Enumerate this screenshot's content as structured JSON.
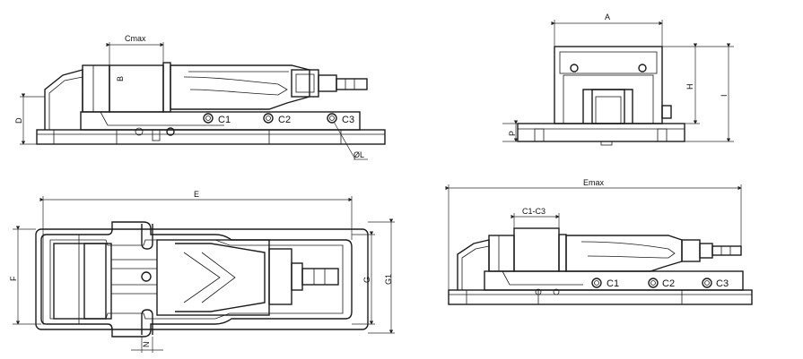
{
  "colors": {
    "line": "#1c1c1c",
    "background": "#ffffff"
  },
  "views": {
    "side_view": {
      "cmax": "Cmax",
      "b": "B",
      "d": "D",
      "c1": "C1",
      "c2": "C2",
      "c3": "C3",
      "dia_l": "ØL"
    },
    "end_view": {
      "a": "A",
      "h": "H",
      "i": "I",
      "p": "P"
    },
    "top_view": {
      "e": "E",
      "f": "F",
      "g": "G",
      "g1": "G1",
      "n": "N"
    },
    "extended_view": {
      "emax": "Emax",
      "c1_c3": "C1-C3",
      "c1": "C1",
      "c2": "C2",
      "c3": "C3"
    }
  }
}
